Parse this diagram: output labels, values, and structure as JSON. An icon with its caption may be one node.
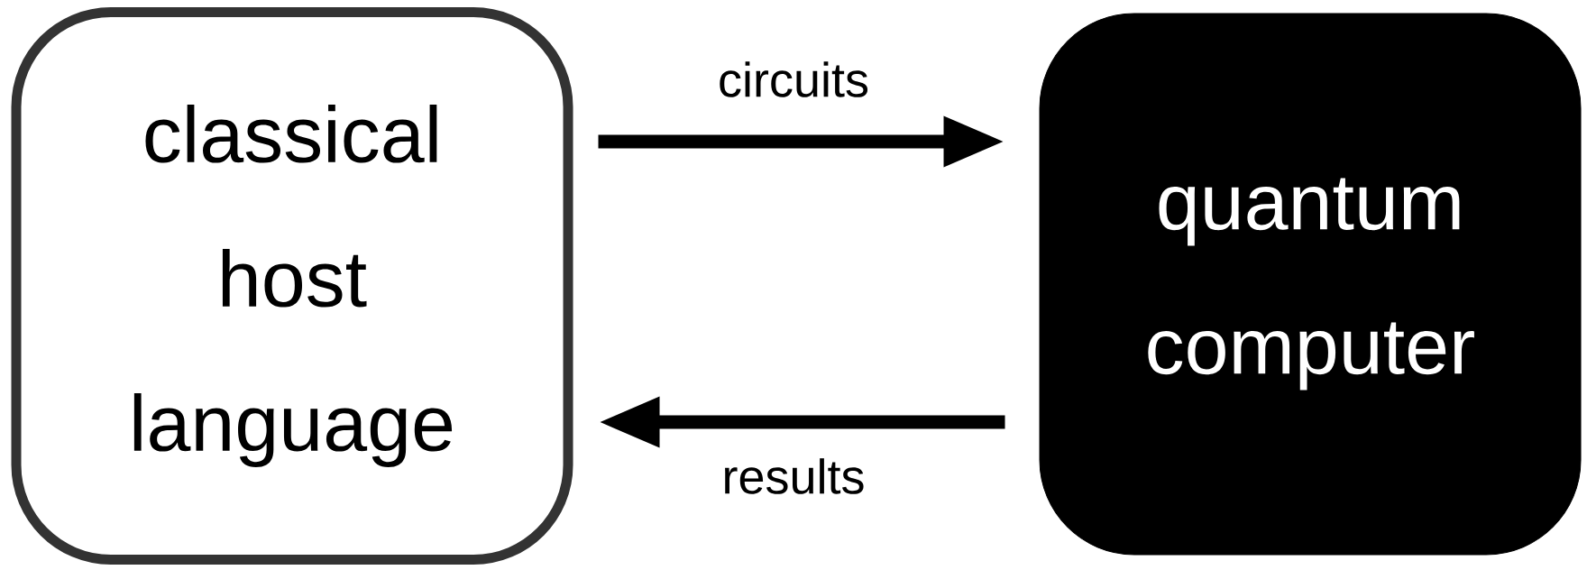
{
  "diagram": {
    "nodes": [
      {
        "text": [
          "classical host language"
        ]
      },
      {
        "text": [
          "quantum computer"
        ]
      }
    ],
    "edges": [
      {
        "from": 0,
        "to": 1,
        "arrow": "to",
        "label": "circuits"
      },
      {
        "from": 1,
        "to": 0,
        "arrow": "to",
        "label": "results"
      }
    ]
  }
}
